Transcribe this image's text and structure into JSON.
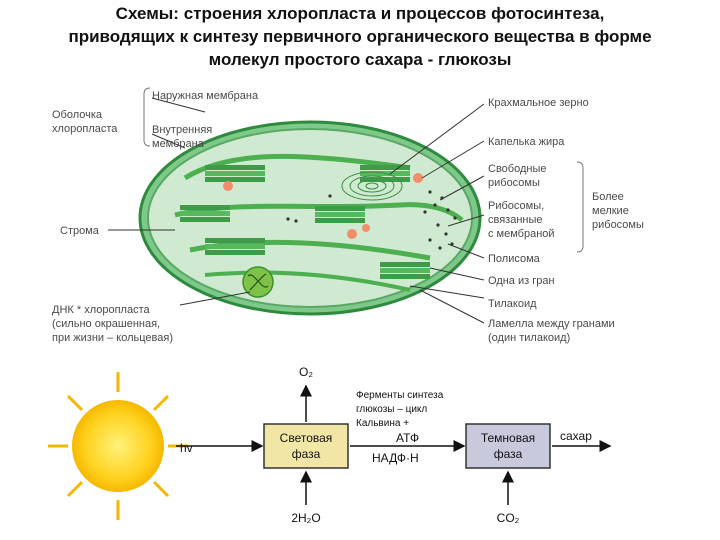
{
  "title": {
    "line1": "Схемы: строения хлоропласта и процессов фотосинтеза,",
    "line2": "приводящих к синтезу первичного органического вещества в форме",
    "line3": "молекул простого сахара - глюкозы"
  },
  "chloroplast": {
    "left": {
      "envelope1": "Оболочка",
      "envelope2": "хлоропласта",
      "outer_membrane": "Наружная мембрана",
      "inner1": "Внутренняя",
      "inner2": "мембрана",
      "stroma": "Строма",
      "dna1": "ДНК * хлоропласта",
      "dna2": "(сильно окрашенная,",
      "dna3": "при жизни – кольцевая)"
    },
    "right": {
      "starch": "Крахмальное зерно",
      "fat": "Капелька жира",
      "free1": "Свободные",
      "free2": "рибосомы",
      "bound1": "Рибосомы,",
      "bound2": "связанные",
      "bound3": "с мембраной",
      "polysome": "Полисома",
      "granum": "Одна из гран",
      "thylakoid": "Тилакоид",
      "lamella1": "Ламелла между гранами",
      "lamella2": "(один тилакоид)",
      "smaller1": "Более",
      "smaller2": "мелкие",
      "smaller3": "рибосомы"
    }
  },
  "photosynthesis": {
    "o2": "O₂",
    "hv": "hv",
    "light1": "Световая",
    "light2": "фаза",
    "dark1": "Темновая",
    "dark2": "фаза",
    "atp": "АТФ",
    "nadph": "НАДФ·Н",
    "sugar": "сахар",
    "water": "2H₂O",
    "co2": "CO₂",
    "enzymes1": "Ферменты синтеза",
    "enzymes2": "глюкозы – цикл",
    "enzymes3": "Кальвина +"
  },
  "colors": {
    "envelope": "#2e8b3e",
    "stroma": "#c9e8c0",
    "thylakoid": "#4caf50",
    "fat_drop": "#f28c6a",
    "sun": "#ffd21f",
    "phase_box": "#f1e6a6",
    "dark_box": "#c9c9de"
  }
}
